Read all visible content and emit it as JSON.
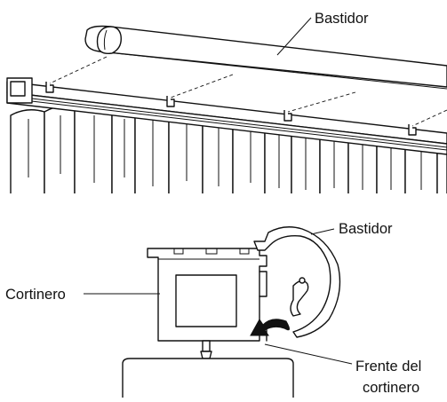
{
  "figure_top": {
    "label_valance": "Bastidor"
  },
  "figure_bottom": {
    "label_valance": "Bastidor",
    "label_headrail": "Cortinero",
    "label_front_line1": "Frente del",
    "label_front_line2": "cortinero"
  },
  "colors": {
    "ink": "#111111",
    "paper": "#ffffff"
  }
}
